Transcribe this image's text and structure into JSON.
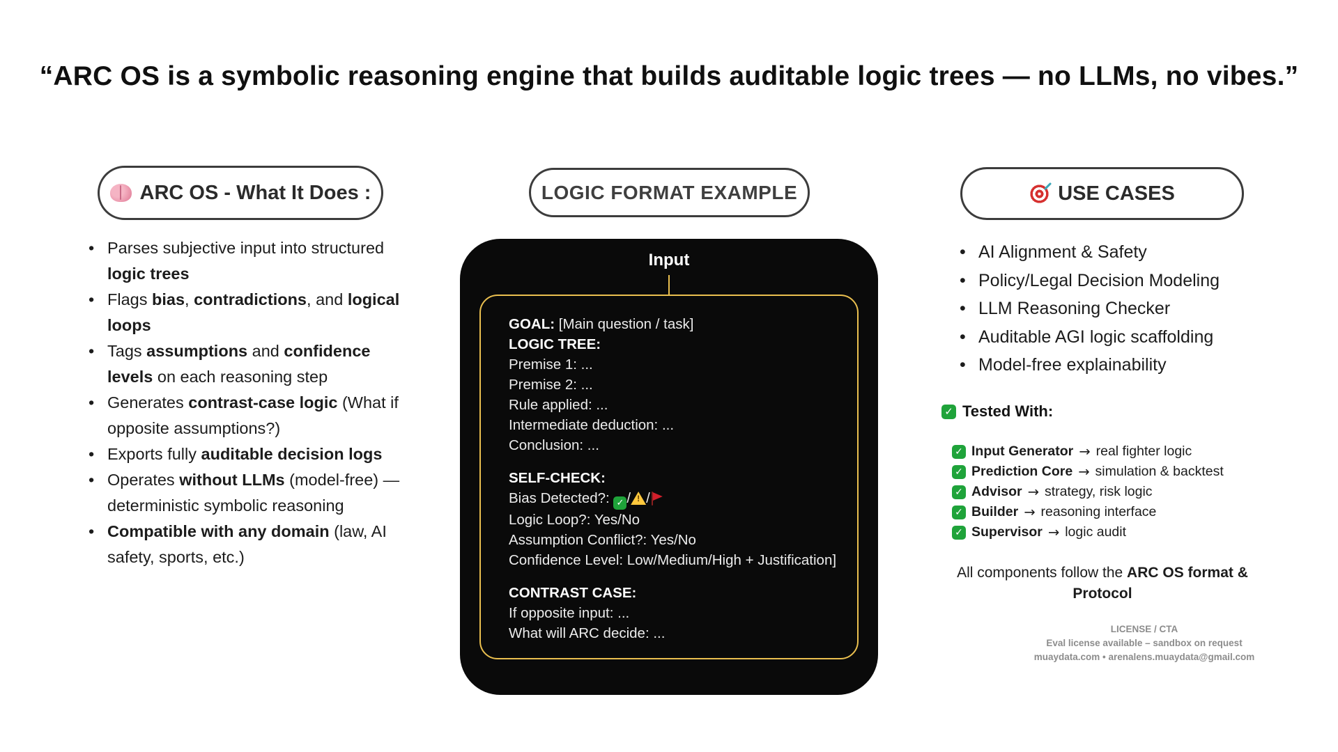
{
  "title": "“ARC OS is a symbolic reasoning engine that builds auditable logic trees — no LLMs, no vibes.”",
  "accents": {
    "gold": "#EABF4F",
    "black_box": "#0A0A0A",
    "green_check": "#1FA33A",
    "pill_border_gray": "#3C3C3C",
    "license_gray": "#8C8C8C"
  },
  "left": {
    "header": "ARC OS - What It Does :",
    "header_icon": "brain-icon",
    "bullets": [
      [
        {
          "t": "Parses subjective input into structured "
        },
        {
          "t": "logic trees",
          "b": 1
        }
      ],
      [
        {
          "t": "Flags "
        },
        {
          "t": "bias",
          "b": 1
        },
        {
          "t": ", "
        },
        {
          "t": "contradictions",
          "b": 1
        },
        {
          "t": ", and "
        },
        {
          "t": "logical loops",
          "b": 1
        }
      ],
      [
        {
          "t": "Tags "
        },
        {
          "t": "assumptions",
          "b": 1
        },
        {
          "t": " and "
        },
        {
          "t": "confidence levels",
          "b": 1
        },
        {
          "t": " on each reasoning step"
        }
      ],
      [
        {
          "t": "Generates "
        },
        {
          "t": "contrast-case logic",
          "b": 1
        },
        {
          "t": " (What if opposite assumptions?)"
        }
      ],
      [
        {
          "t": "Exports fully "
        },
        {
          "t": "auditable decision logs",
          "b": 1
        }
      ],
      [
        {
          "t": "Operates "
        },
        {
          "t": "without LLMs",
          "b": 1
        },
        {
          "t": " (model-free) — deterministic symbolic reasoning"
        }
      ],
      [
        {
          "t": "Compatible with any domain",
          "b": 1
        },
        {
          "t": " (law, AI safety, sports, etc.)"
        }
      ]
    ]
  },
  "middle": {
    "header": "LOGIC FORMAT EXAMPLE",
    "input_label": "Input",
    "code_sections": [
      {
        "name": "goal-logic-tree",
        "lines": [
          [
            {
              "t": "GOAL:",
              "b": 1
            },
            {
              "t": " [Main question / task]"
            }
          ],
          [
            {
              "t": "LOGIC TREE:",
              "b": 1
            }
          ],
          [
            {
              "t": "Premise 1: ..."
            }
          ],
          [
            {
              "t": "Premise 2: ..."
            }
          ],
          [
            {
              "t": "Rule applied: ..."
            }
          ],
          [
            {
              "t": "Intermediate deduction: ..."
            }
          ],
          [
            {
              "t": "Conclusion: ..."
            }
          ]
        ]
      },
      {
        "name": "self-check",
        "lines": [
          [
            {
              "t": "SELF-CHECK:",
              "b": 1
            }
          ],
          [
            {
              "t": "Bias Detected?: "
            },
            {
              "icon": "check"
            },
            {
              "t": "/"
            },
            {
              "icon": "warning"
            },
            {
              "t": "/"
            },
            {
              "icon": "flag"
            }
          ],
          [
            {
              "t": "Logic Loop?: Yes/No"
            }
          ],
          [
            {
              "t": "Assumption Conflict?: Yes/No"
            }
          ],
          [
            {
              "t": "Confidence Level: Low/Medium/High + Justification]"
            }
          ]
        ]
      },
      {
        "name": "contrast-case",
        "lines": [
          [
            {
              "t": "CONTRAST CASE:",
              "b": 1
            }
          ],
          [
            {
              "t": "If opposite input: ..."
            }
          ],
          [
            {
              "t": "What will ARC decide: ..."
            }
          ]
        ]
      }
    ]
  },
  "right": {
    "header": "USE CASES",
    "header_icon": "target-icon",
    "bullets": [
      "AI Alignment & Safety",
      "Policy/Legal Decision Modeling",
      "LLM Reasoning Checker",
      "Auditable AGI logic scaffolding",
      "Model-free explainability"
    ],
    "tested_title": "Tested With:",
    "arrow": "→",
    "tested": [
      {
        "name": "Input Generator",
        "desc": "real fighter logic"
      },
      {
        "name": "Prediction Core",
        "desc": "simulation & backtest"
      },
      {
        "name": "Advisor",
        "desc": "strategy, risk logic"
      },
      {
        "name": "Builder",
        "desc": "reasoning interface"
      },
      {
        "name": "Supervisor",
        "desc": "logic audit"
      }
    ],
    "footer": [
      {
        "t": "All components follow the "
      },
      {
        "t": "ARC OS format & Protocol",
        "b": 1
      }
    ],
    "license": {
      "line1": "LICENSE / CTA",
      "line2": "Eval license available – sandbox on request",
      "line3": "muaydata.com • arenalens.muaydata@gmail.com"
    }
  }
}
